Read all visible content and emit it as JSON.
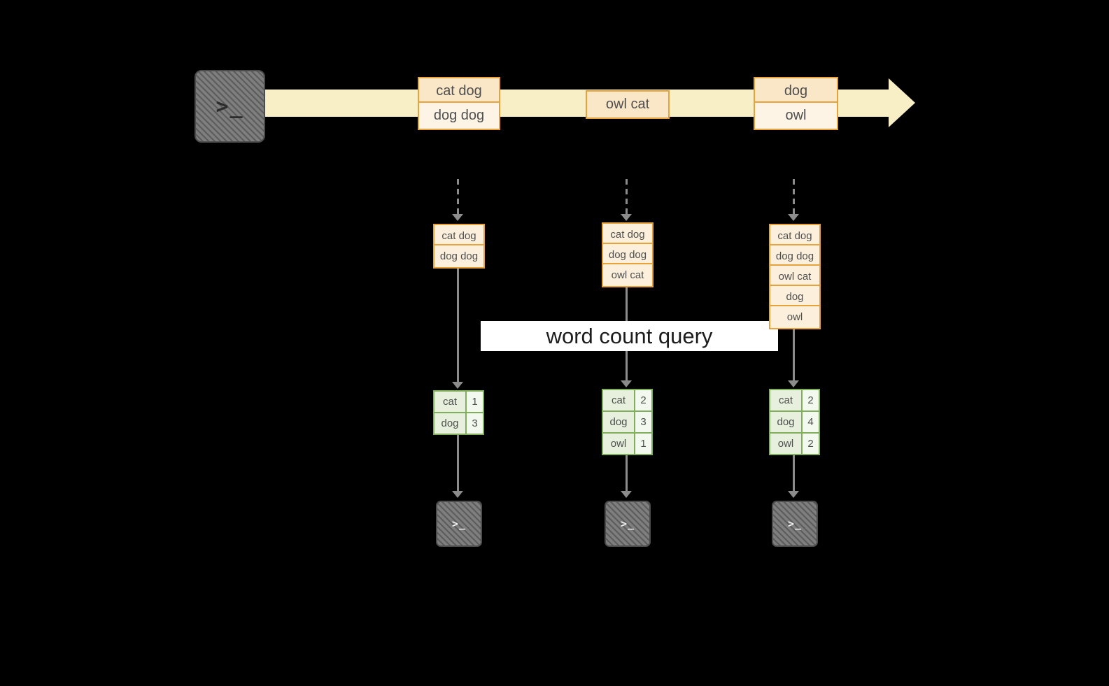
{
  "banner": {
    "label": "word count query"
  },
  "terminal": {
    "prompt": ">_"
  },
  "timeline": {
    "events": [
      {
        "lines": [
          "cat dog",
          "dog dog"
        ]
      },
      {
        "lines": [
          "owl cat"
        ]
      },
      {
        "lines": [
          "dog",
          "owl"
        ]
      }
    ]
  },
  "batches": [
    {
      "inputs": [
        "cat dog",
        "dog dog"
      ],
      "result": [
        [
          "cat",
          "1"
        ],
        [
          "dog",
          "3"
        ]
      ]
    },
    {
      "inputs": [
        "cat dog",
        "dog dog",
        "owl cat"
      ],
      "result": [
        [
          "cat",
          "2"
        ],
        [
          "dog",
          "3"
        ],
        [
          "owl",
          "1"
        ]
      ]
    },
    {
      "inputs": [
        "cat dog",
        "dog dog",
        "owl cat",
        "dog",
        "owl"
      ],
      "result": [
        [
          "cat",
          "2"
        ],
        [
          "dog",
          "4"
        ],
        [
          "owl",
          "2"
        ]
      ]
    }
  ],
  "colors": {
    "background": "#000000",
    "timeline_fill": "#F8EFC7",
    "box_border": "#E8A23B",
    "box_fill": "#FCF0DC",
    "table_border": "#7FAF5A",
    "table_word_fill": "#E6F0DC",
    "table_count_fill": "#F3F9EE",
    "arrow": "#8C8C8C",
    "terminal_fill": "#767676",
    "banner_bg": "#FFFFFF",
    "banner_text": "#1C1C1C"
  }
}
